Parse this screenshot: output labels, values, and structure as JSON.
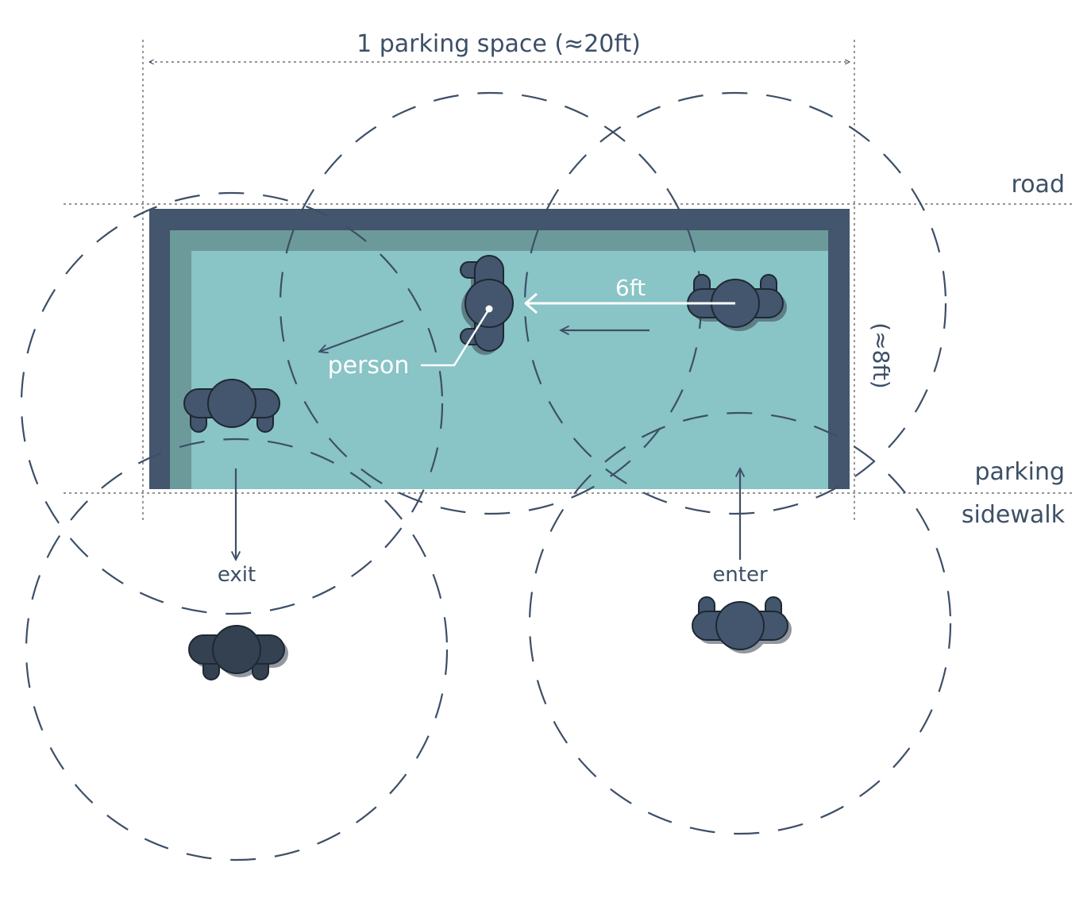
{
  "labels": {
    "width_dimension": "1 parking space (≈20ft)",
    "height_dimension": "(≈8ft)",
    "road": "road",
    "parking": "parking",
    "sidewalk": "sidewalk",
    "distance": "6ft",
    "person": "person",
    "exit": "exit",
    "enter": "enter"
  },
  "colors": {
    "curb": "#43566d",
    "parking_fill": "#89c4c6",
    "parking_shade": "#6c9a9b",
    "person_body": "#43566d",
    "person_dark": "#334150",
    "guide_line": "#3d4f66",
    "dashed_circle": "#3d4f66",
    "label_white": "#ffffff"
  },
  "icons": {
    "person_figure": "person-top-view-icon"
  }
}
